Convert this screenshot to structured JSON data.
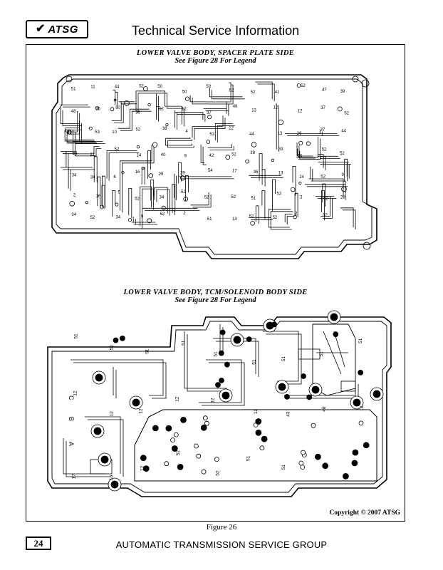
{
  "header": {
    "logo_text": "ATSG",
    "title": "Technical Service Information"
  },
  "figure": {
    "top_view": {
      "title": "LOWER VALVE BODY, SPACER PLATE SIDE",
      "subtitle": "See Figure 28 For Legend",
      "labels": [
        "51",
        "11",
        "44",
        "52",
        "50",
        "50",
        "50",
        "52",
        "52",
        "41",
        "52",
        "47",
        "39",
        "48",
        "35",
        "50",
        "36",
        "12",
        "12",
        "37",
        "49",
        "13",
        "12",
        "12",
        "37",
        "52",
        "31",
        "53",
        "10",
        "52",
        "38",
        "4",
        "52",
        "12",
        "44",
        "13",
        "26",
        "37",
        "44",
        "34",
        "21",
        "52",
        "14",
        "40",
        "9",
        "42",
        "52",
        "38",
        "33",
        "10",
        "52",
        "52",
        "34",
        "34",
        "6",
        "16",
        "29",
        "29",
        "54",
        "17",
        "36",
        "13",
        "24",
        "52",
        "9",
        "2",
        "16",
        "5",
        "52",
        "34",
        "52",
        "52",
        "52",
        "51",
        "52",
        "3",
        "52",
        "20",
        "34",
        "52",
        "34",
        "9",
        "52",
        "2",
        "51",
        "13",
        "52",
        "52",
        "2",
        "52"
      ]
    },
    "bottom_view": {
      "title": "LOWER VALVE BODY, TCM/SOLENOID BODY SIDE",
      "subtitle": "See Figure 28 For Legend",
      "labels": [
        "51",
        "51",
        "51",
        "51",
        "51",
        "51",
        "51",
        "51",
        "51",
        "12",
        "12",
        "12",
        "12",
        "12",
        "12",
        "43",
        "48",
        "12",
        "17",
        "18",
        "12",
        "52",
        "52",
        "51",
        "51"
      ],
      "letters": [
        "C",
        "B",
        "A"
      ]
    },
    "copyright": "Copyright © 2007 ATSG",
    "caption": "Figure 26"
  },
  "footer": {
    "page_number": "24",
    "org": "AUTOMATIC TRANSMISSION SERVICE GROUP"
  }
}
